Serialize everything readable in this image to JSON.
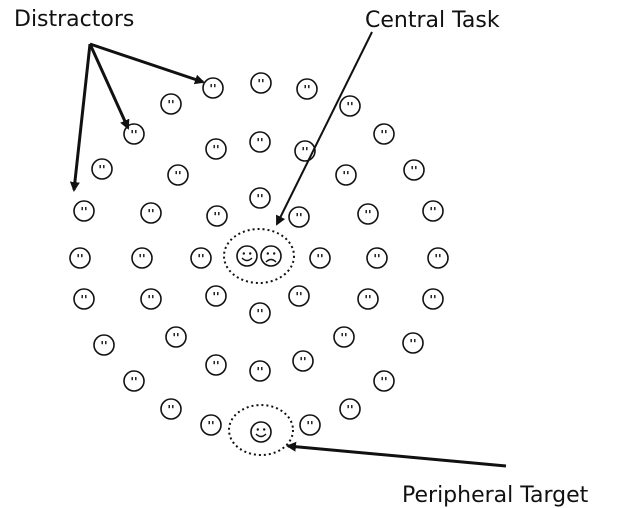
{
  "labels": {
    "distractors": "Distractors",
    "central_task": "Central Task",
    "peripheral_target": "Peripheral Target"
  },
  "icons": {
    "distractor": "neutral-face-icon",
    "central_smile": "smiling-face-icon",
    "central_frown": "frowning-face-icon",
    "target": "smiling-face-icon"
  },
  "colors": {
    "ink": "#111111",
    "background": "#ffffff"
  }
}
